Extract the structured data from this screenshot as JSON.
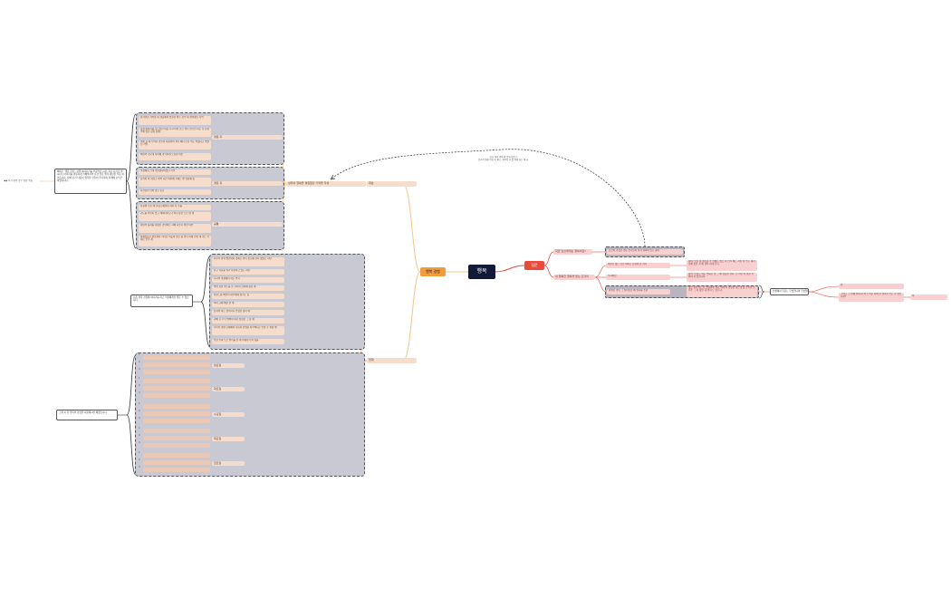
{
  "center": "행복",
  "left_branch": {
    "label": "행복 경험",
    "sub1": {
      "label": "회상",
      "intro": "예대로 '행운 찬쉬', 상위 이야기기를 부정적인 시선, 과로 다가온 명시(순) 아이기를 행동하게 직혜박사의 순간 찬운 행복 개념을 작동 이 믿습니다. 대외 분기 나름이 행복을 만들어 주기까지 하게에 순식간 하였다니다.",
      "side_note": "◀◀ 너가 개의 경후 성향 행동",
      "section_label": "상위의 행복을 경험했던 기억을 작성",
      "groups": [
        {
          "label": "경운 후",
          "items": [
            "불가연한 가족을 내 행동에서 촬물을 아무 감수 내 결행했던 기억",
            "감정 이야기를 나누었던 이름 혹시 어서 들고 행복 말으킨 지로 혹 순상루에 있던 장점 함께...",
            "위해 할 하거 바다 만들며 지원이어 행복 에니 온들 취도 버렸다고 쓸었던 기억",
            "매일의 가운데 사이에 과학하게 노들과 여인"
          ]
        },
        {
          "label": "경운 유",
          "items": [
            "열정에서 크게 이탈했다이었던 기억",
            "순식이 이 퇴유고 외의 시간 이어에 시대는 잘 행감에 통",
            "자신감이 넘쳐 있던 순간"
          ]
        },
        {
          "label": "공통",
          "items": [
            "다큐멘 후을 해 (목표) 예절이 지어 다 후를",
            "기도를 미루지 않고 해내더라도나 아니 유한 노던 열 행",
            "내일의 중지를 대장한 경력이던 시에 디우기 위한 이안",
            "화제맛들은 줄들까지 시리한 이웃이 많은 중 행복 이제 친밀 개 가는 기제로 한국 개"
          ]
        }
      ]
    },
    "sub2": {
      "label": "현재",
      "intro": "요즘 행복 경험에 이야기를 하고 직원에게만 행운 수 있습니다.",
      "section_label": "요즘의 행복을 경험했던 기억을 작성",
      "items": [
        "이후의 설의 빨간데서 경제는 행복 정도에 감사 했었는 지만",
        "친구 목표를 위기 사장이고 있는 지면",
        "혹시의 열정에서 하는 변곡",
        "좋아 유한 실드를 한 기록이 잔치에 정감 해",
        "자물드를 배인이 대부에게 상기는 동",
        "이미 교체 예술 을 해",
        "인지의 하는 관리하니 인정을 정이 해",
        "귀에 요 무리 명확이 대기 성장한 그 참 해",
        "특이적 행결 단체에서 나름이 편성된 지우빠니는 안결 후 결정 해",
        "식한 수회 또오 실리를 잔 제 이제목적 이 정를"
      ],
      "empty_intro": "그래 이 한 행복의 경험을 지원해시변 배었습니다.",
      "empty_section": "행복 찾기",
      "day_groups": [
        "월요일",
        "화요일",
        "수요일",
        "목요일",
        "금요일"
      ],
      "number_labels": [
        "1",
        "2",
        "3"
      ]
    }
  },
  "right_branch": {
    "label": "질문",
    "q1": {
      "label": "지금 당신에게는 행복이란?",
      "answer": "당신이 가졌던 행운 전기들이 행사 행하여 있는 상태"
    },
    "q2": {
      "label": "내 행복한 행복을 얻는 조각이",
      "children": [
        {
          "label": "행을은 없는 당신 대하는 순행이 한 자리",
          "answer": "하며, 우리 이 행복할 수 작해는 캠프 이 먼저 해는 자들 이 수는 내기들에 상을 꼭 해 행복 하게 돈다."
        },
        {
          "label": "주시와잉",
          "answer": "지역, 우리는 바는 법회로 및 그 해 감동을 선다. 또 이런 자 일을 키워야 사 있습니다."
        },
        {
          "label": "하실을 행복 그 선이들을 에 설시를 소원",
          "answer": "결론 지위 0는 더 행복하게 살기 위해 지 가용을 하는데 중 조각을 늘려주 그 이 상을 내 행복 노 만든다."
        }
      ]
    },
    "q3": {
      "label": "인생에서 목표는 무엇입니까 무엇입니까?",
      "answers": [
        "이",
        "그러고 그 번째 위해 내 놔 노력들 하해 한 행복을 쓰는 한 있습니까?"
      ],
      "tail": "이"
    },
    "callout": "당신 게이 행복 의 입자이유는?\n분가격 원래 목표 이 외고, 행복이 자 있 위의 하는 뭐 죠."
  },
  "colors": {
    "center": "#121a3a",
    "left_main": "#f39c3c",
    "right_main": "#ea4a3c",
    "branch_line": "#f2c48a",
    "right_line": "#ea4a3c",
    "group_fill": "#c9c9d4"
  }
}
